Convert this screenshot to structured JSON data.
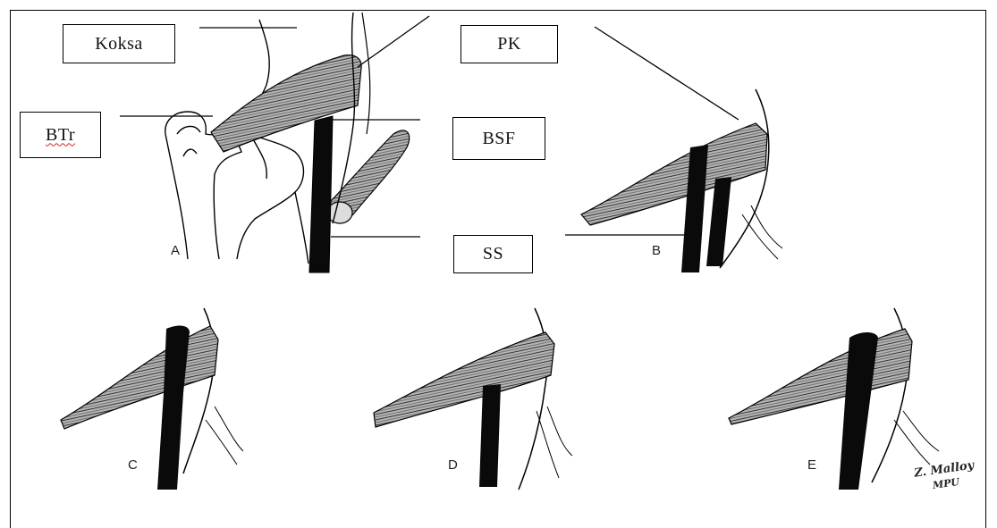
{
  "labels": {
    "koksa": "Koksa",
    "pk": "PK",
    "btr": "BTr",
    "bsf": "BSF",
    "ss": "SS"
  },
  "panels": [
    "A",
    "B",
    "C",
    "D",
    "E"
  ],
  "signature": [
    "Z. Malloy",
    "MPU"
  ],
  "colors": {
    "line": "#000000",
    "muscle_fill": "#9a9a9a",
    "nerve": "#0a0a0a",
    "background": "#ffffff"
  }
}
